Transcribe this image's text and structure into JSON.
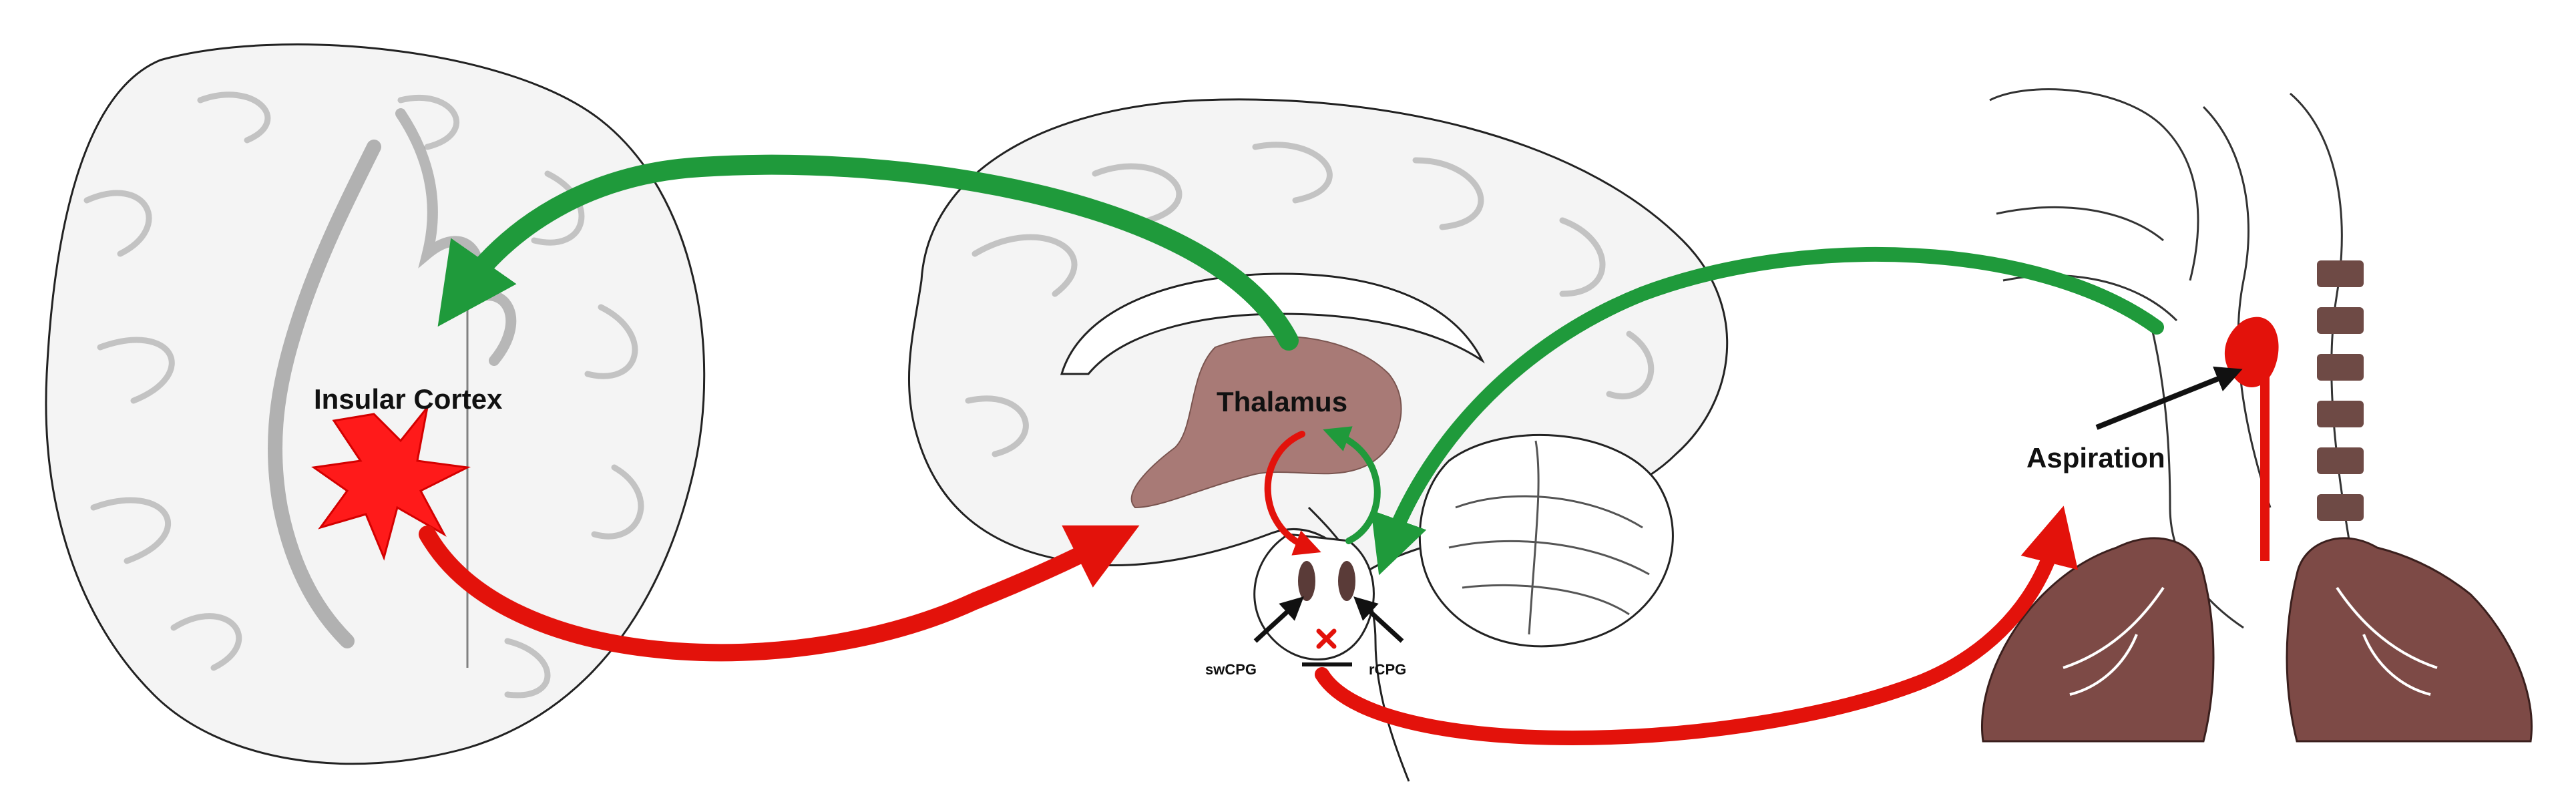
{
  "labels": {
    "insular_cortex": "Insular Cortex",
    "thalamus": "Thalamus",
    "aspiration": "Aspiration",
    "swcpg": "swCPG",
    "rcpg": "rCPG"
  },
  "colors": {
    "excitatory_arrow": "#e3120b",
    "afferent_arrow": "#1f9a3b",
    "thalamus_fill": "#a87a76",
    "lung_fill": "#7d4a46",
    "vertebra_fill": "#6e4a45",
    "lesion": "#ff1a1a",
    "outline": "#222222"
  },
  "icons": {
    "lesion_marker": "starburst-icon",
    "inhibition_marker": "x-mark-icon"
  }
}
